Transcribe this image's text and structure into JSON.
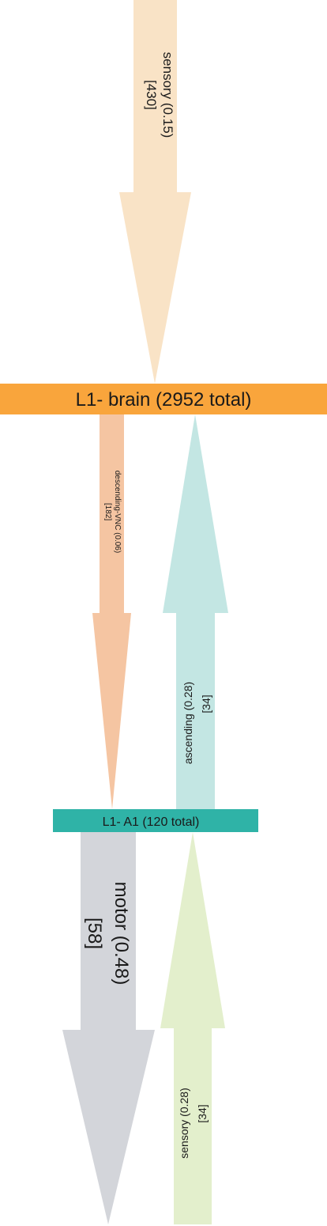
{
  "nodes": {
    "brain": {
      "label": "L1- brain (2952 total)",
      "color": "#f9a53c"
    },
    "a1": {
      "label": "L1- A1 (120 total)",
      "color": "#2fb3a7"
    }
  },
  "flows": {
    "sensory_brain": {
      "line1": "sensory (0.15)",
      "line2": "[430]",
      "color": "#f9e3c6"
    },
    "descending": {
      "line1": "descending-VNC (0.06)",
      "line2": "[182]",
      "color": "#f5c5a2"
    },
    "ascending": {
      "line1": "ascending (0.28)",
      "line2": "[34]",
      "color": "#c3e6e3"
    },
    "motor": {
      "line1": "motor (0.48)",
      "line2": "[58]",
      "color": "#d3d5da"
    },
    "sensory_a1": {
      "line1": "sensory (0.28)",
      "line2": "[34]",
      "color": "#e3efcc"
    }
  }
}
